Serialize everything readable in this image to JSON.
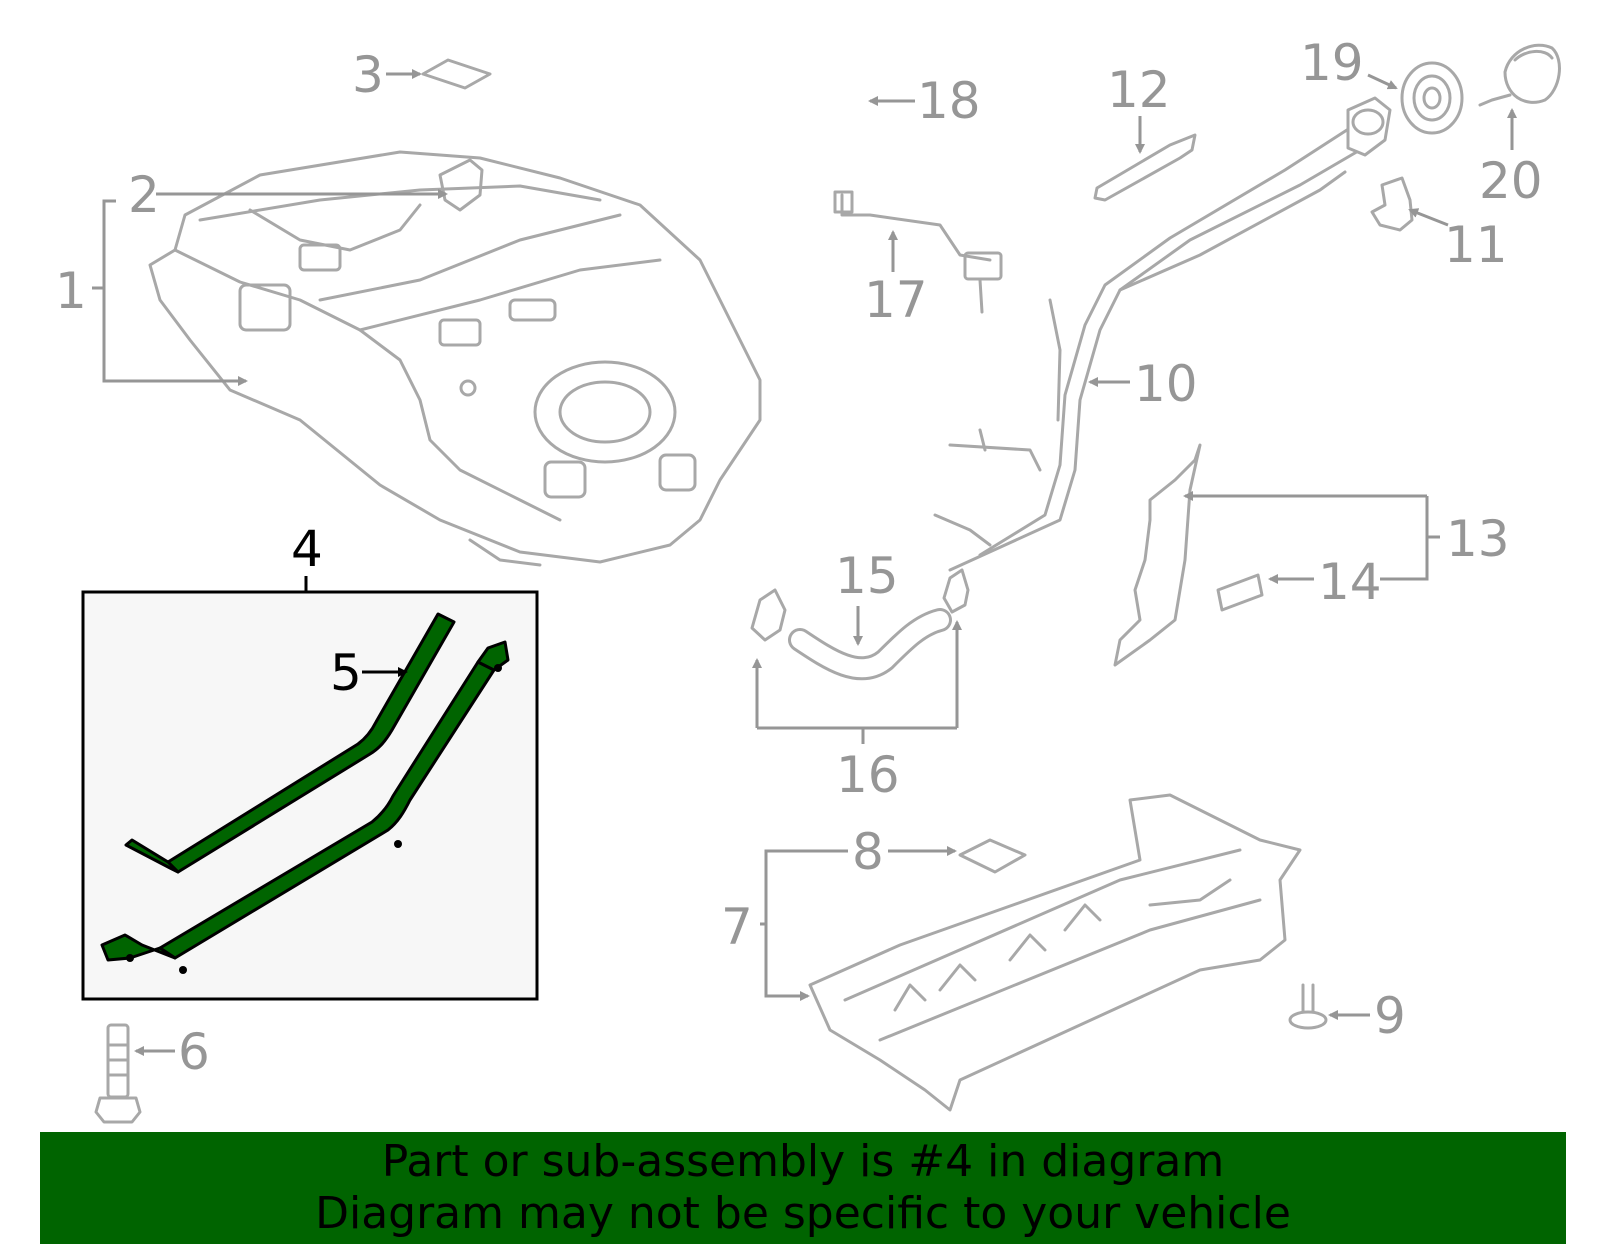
{
  "callouts": {
    "c1": "1",
    "c2": "2",
    "c3": "3",
    "c4": "4",
    "c5": "5",
    "c6": "6",
    "c7": "7",
    "c8": "8",
    "c9": "9",
    "c10": "10",
    "c11": "11",
    "c12": "12",
    "c13": "13",
    "c14": "14",
    "c15": "15",
    "c16": "16",
    "c17": "17",
    "c18": "18",
    "c19": "19",
    "c20": "20"
  },
  "banner": {
    "line1": "Part or sub-assembly is #4 in diagram",
    "line2": "Diagram may not be specific to your vehicle"
  },
  "colors": {
    "banner_bg": "#006400",
    "highlight": "#006400",
    "inset_bg": "#f7f7f7",
    "part_line": "#a8a8a8",
    "callout_gray": "#969696"
  },
  "icons": {
    "fuel_tank": "fuel-tank-icon",
    "strap": "tank-strap-icon",
    "filler_neck": "filler-neck-icon",
    "heat_shield": "heat-shield-icon"
  }
}
